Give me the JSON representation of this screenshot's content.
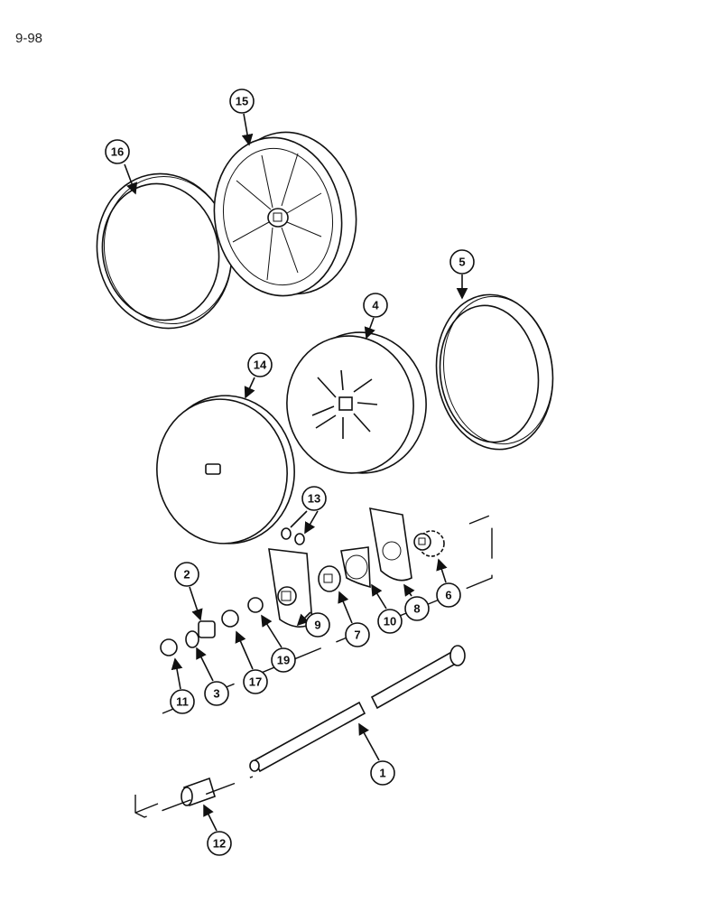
{
  "page_number": "9-98",
  "callouts": {
    "c1": "1",
    "c2": "2",
    "c3": "3",
    "c4": "4",
    "c5": "5",
    "c6": "6",
    "c7": "7",
    "c8": "8",
    "c9": "9",
    "c10": "10",
    "c11": "11",
    "c12": "12",
    "c13": "13",
    "c14": "14",
    "c15": "15",
    "c16": "16",
    "c17": "17",
    "c19": "19"
  }
}
